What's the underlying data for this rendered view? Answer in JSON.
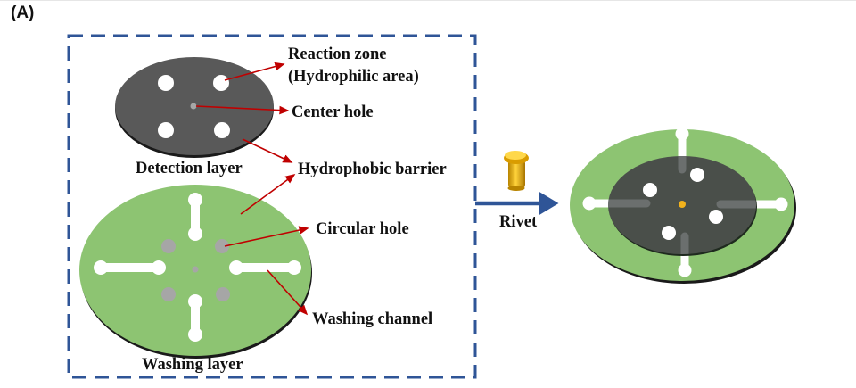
{
  "panel_label": "(A)",
  "labels": {
    "reaction_zone_line1": "Reaction zone",
    "reaction_zone_line2": "(Hydrophilic area)",
    "center_hole": "Center hole",
    "detection_layer": "Detection layer",
    "hydrophobic_barrier": "Hydrophobic barrier",
    "circular_hole": "Circular hole",
    "washing_channel": "Washing channel",
    "washing_layer": "Washing layer",
    "rivet": "Rivet"
  },
  "colors": {
    "dashed_box": "#2f5597",
    "arrow_main": "#2f5597",
    "pointer_arrows": "#c00000",
    "detection_layer": "#555555",
    "washing_layer": "#8dc472",
    "hole_gray": "#a6a6a6",
    "rivet_gold": "#e0a800"
  }
}
